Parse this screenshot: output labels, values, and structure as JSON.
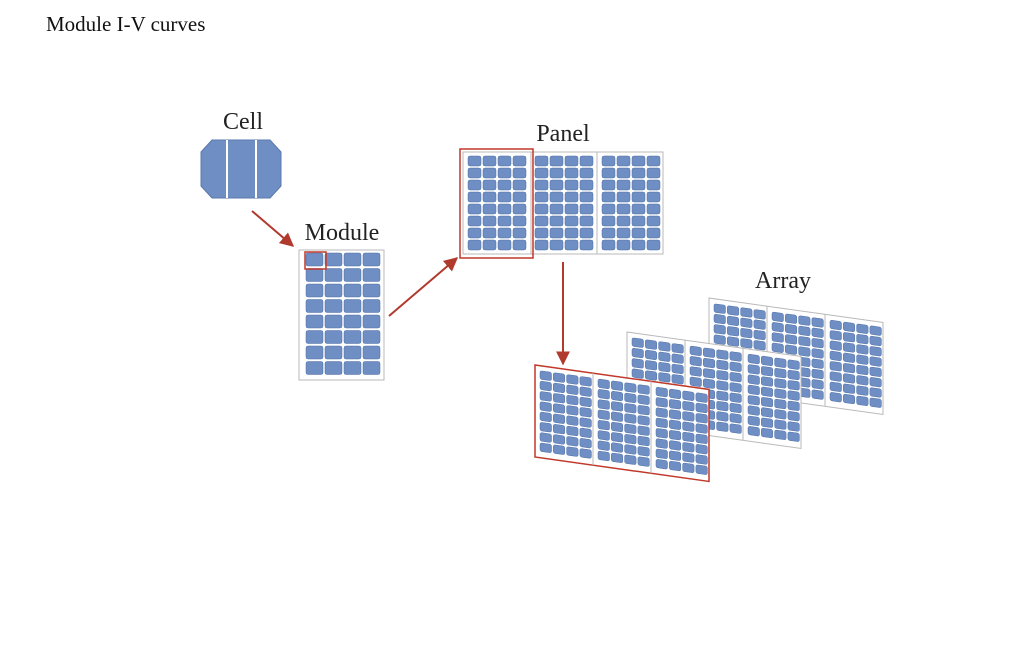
{
  "title": "Module I-V curves",
  "labels": {
    "cell": "Cell",
    "module": "Module",
    "panel": "Panel",
    "array": "Array"
  },
  "colors": {
    "cell_fill": "#6f8fc4",
    "cell_stroke": "#4f6fa6",
    "frame_stroke": "#b9b9b9",
    "highlight": "#c0392b",
    "arrow": "#b03a2e",
    "text": "#222222"
  },
  "icons": [
    "solar-cell-icon",
    "solar-module-icon",
    "solar-panel-icon",
    "solar-array-icon",
    "arrow-icon"
  ]
}
